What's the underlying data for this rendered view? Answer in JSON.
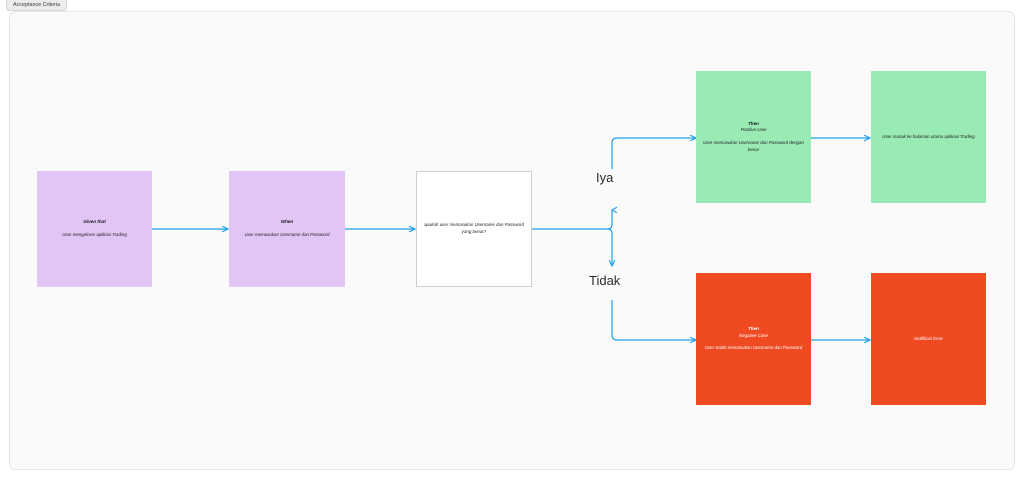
{
  "window": {
    "tab_label": "Acceptance Criteria"
  },
  "colors": {
    "purple": "#e0c5f5",
    "green": "#99eab4",
    "red": "#f04a23",
    "white": "#ffffff",
    "edge": "#1e9fe8",
    "canvas_bg": "#fafafa",
    "tab_bg": "#ececec"
  },
  "diagram": {
    "type": "flowchart",
    "nodes": {
      "given": {
        "title": "Given that",
        "body": "User mengakses aplikasi Trading"
      },
      "when": {
        "title": "When",
        "body": "User memasukan Username dan Password"
      },
      "decision": {
        "body": "apakah user memasukan Username dan Password yang benar?"
      },
      "then_positive": {
        "title": "Then",
        "subtitle": "Positive case",
        "body": "User memasukan Username dan Password dengan benar"
      },
      "result_positive": {
        "body": "User masuk ke halaman utama aplikasi Trading"
      },
      "then_negative": {
        "title": "Then",
        "subtitle": "Negative Case",
        "body": "User Salah memasukan Username dan Password"
      },
      "result_negative": {
        "body": "Notifikasi Error"
      }
    },
    "branches": {
      "yes_label": "Iya",
      "no_label": "Tidak"
    }
  }
}
